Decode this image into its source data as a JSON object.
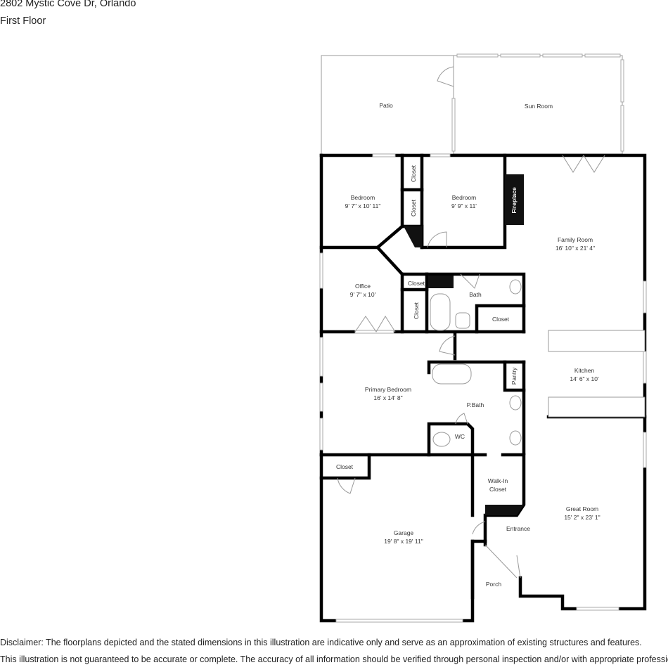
{
  "header": {
    "address": "2802 Mystic Cove Dr, Orlando",
    "floor": "First Floor"
  },
  "rooms": {
    "patio": {
      "name": "Patio"
    },
    "sun_room": {
      "name": "Sun Room"
    },
    "bedroom1": {
      "name": "Bedroom",
      "dims": "9' 7\" x 10' 11\""
    },
    "bedroom2": {
      "name": "Bedroom",
      "dims": "9' 9\" x 11'"
    },
    "closet_b1": {
      "name": "Closet"
    },
    "closet_b2": {
      "name": "Closet"
    },
    "fireplace": {
      "name": "Fireplace"
    },
    "family_room": {
      "name": "Family Room",
      "dims": "16' 10\" x 21' 4\""
    },
    "office": {
      "name": "Office",
      "dims": "9' 7\" x 10'"
    },
    "closet_office_top": {
      "name": "Closet"
    },
    "closet_office": {
      "name": "Closet"
    },
    "bath": {
      "name": "Bath"
    },
    "closet_hall": {
      "name": "Closet"
    },
    "primary_bedroom": {
      "name": "Primary Bedroom",
      "dims": "16' x 14' 8\""
    },
    "pbath": {
      "name": "P.Bath"
    },
    "pantry": {
      "name": "Pantry"
    },
    "kitchen": {
      "name": "Kitchen",
      "dims": "14' 6\" x 10'"
    },
    "wc": {
      "name": "WC"
    },
    "closet_garage": {
      "name": "Closet"
    },
    "walk_in": {
      "name": "Walk-In",
      "name2": "Closet"
    },
    "great_room": {
      "name": "Great Room",
      "dims": "15' 2\" x 23' 1\""
    },
    "entrance": {
      "name": "Entrance"
    },
    "garage": {
      "name": "Garage",
      "dims": "19' 8\" x 19' 11\""
    },
    "porch": {
      "name": "Porch"
    }
  },
  "disclaimer": {
    "line1": "Disclaimer: The floorplans depicted and the stated dimensions in this illustration are indicative only and serve as an approximation of existing structures and features.",
    "line2": "This illustration is not guaranteed to be accurate or complete. The accuracy of all information should be verified through personal inspection and/or with appropriate professionals."
  }
}
